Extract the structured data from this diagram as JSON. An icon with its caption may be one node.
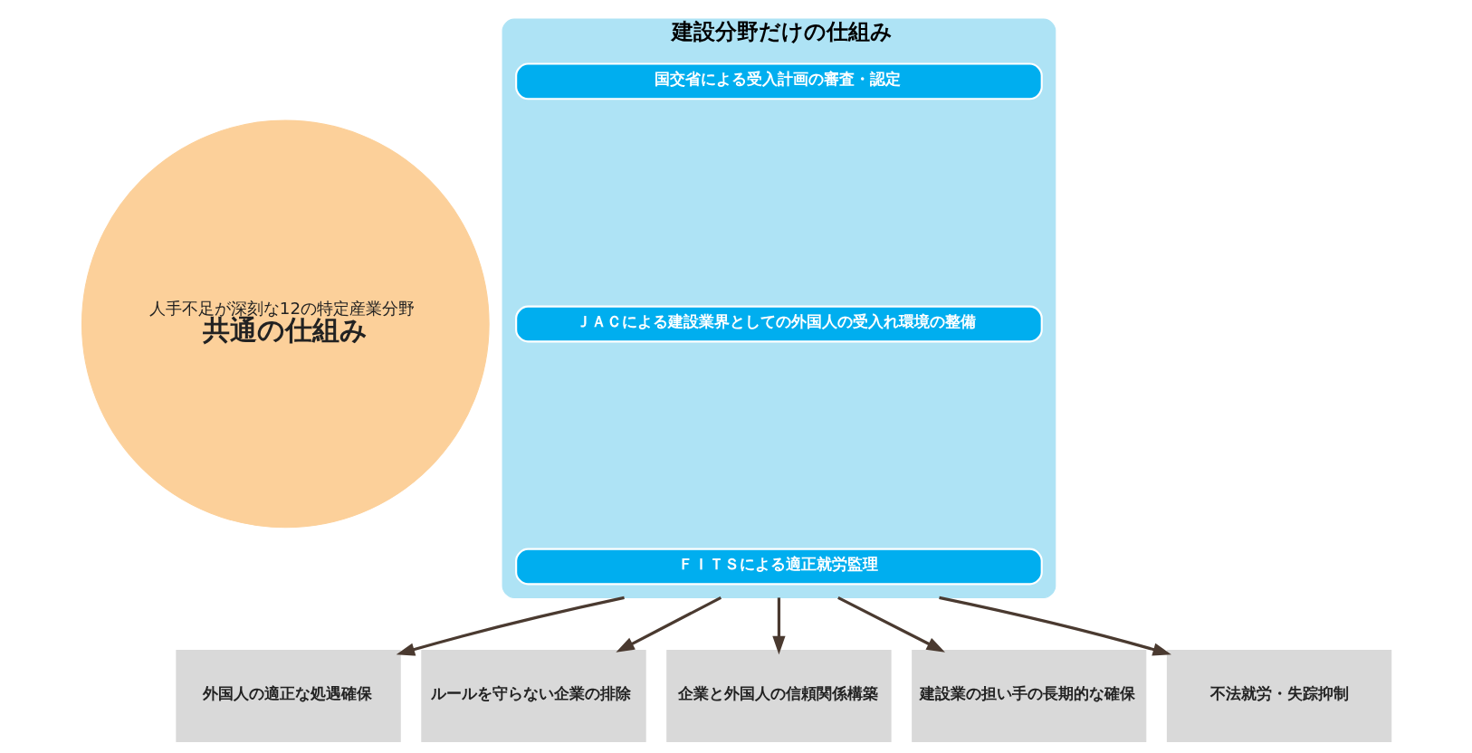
{
  "diagram": {
    "nodes": [
      {
        "text": [
          "人手不足が深刻な12の特定産業分野",
          "共通の仕組み"
        ]
      },
      {
        "text": [
          "建設分野だけの仕組み"
        ]
      },
      {
        "text": [
          "国交省による受入計画の審査・認定"
        ],
        "in": 1
      },
      {
        "text": [
          "ＪＡＣによる建設業界としての外国人の受入れ環境の整備"
        ],
        "in": 1
      },
      {
        "text": [
          "ＦＩＴＳによる適正就労監理"
        ],
        "in": 1
      },
      {
        "text": [
          "外国人の適正な処遇確保"
        ]
      },
      {
        "text": [
          "ルールを守らない企業の排除"
        ]
      },
      {
        "text": [
          "企業と外国人の信頼関係構築"
        ]
      },
      {
        "text": [
          "建設業の担い手の長期的な確保"
        ]
      },
      {
        "text": [
          "不法就労・失踪抑制"
        ]
      }
    ],
    "edges": [
      {
        "from": 1,
        "to": 5,
        "arrow": "to"
      },
      {
        "from": 1,
        "to": 6,
        "arrow": "to"
      },
      {
        "from": 1,
        "to": 7,
        "arrow": "to"
      },
      {
        "from": 1,
        "to": 8,
        "arrow": "to"
      },
      {
        "from": 1,
        "to": 9,
        "arrow": "to"
      }
    ]
  }
}
